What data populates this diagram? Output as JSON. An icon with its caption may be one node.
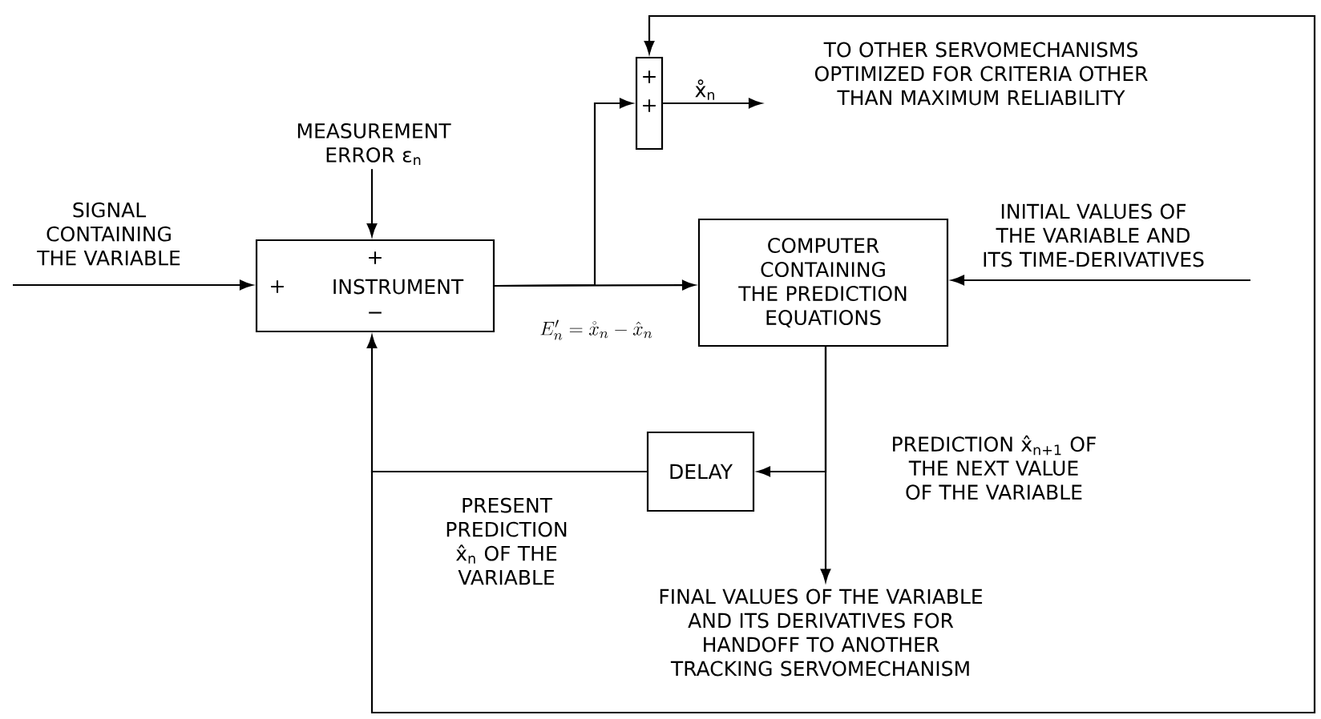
{
  "diagram": {
    "nodes": [
      {
        "text": [
          "+",
          "+",
          "INSTRUMENT",
          "−"
        ]
      },
      {
        "text": [
          "+",
          "+"
        ]
      },
      {
        "text": [
          "COMPUTER CONTAINING THE PREDICTION EQUATIONS"
        ]
      },
      {
        "text": [
          "DELAY"
        ]
      },
      {
        "text": [
          "MEASUREMENT ERROR ε$_{n}$"
        ]
      },
      {
        "text": [
          "TO OTHER SERVOMECHANISMS OPTIMIZED FOR CRITERIA OTHER THAN MAXIMUM RELIABILITY"
        ]
      },
      {
        "text": [
          "FINAL VALUES OF THE VARIABLE AND ITS DERIVATIVES FOR HANDOFF TO ANOTHER TRACKING SERVOMECHANISM"
        ]
      }
    ],
    "edges": [
      {
        "from": null,
        "to": 0,
        "arrow": "to",
        "label": "SIGNAL CONTAINING THE VARIABLE"
      },
      {
        "from": 4,
        "to": 0,
        "arrow": "to"
      },
      {
        "from": 0,
        "to": 2,
        "arrow": "to",
        "label": "E'_{n} = \\mathring{x}_{n} - \\hat{x}_{n}"
      },
      {
        "from": 0,
        "to": 1,
        "arrow": "to"
      },
      {
        "from": 1,
        "to": 5,
        "arrow": "to",
        "label": "x̊$_{n}$"
      },
      {
        "from": null,
        "to": 2,
        "arrow": "to",
        "label": "INITIAL VALUES OF THE VARIABLE AND ITS TIME-DERIVATIVES"
      },
      {
        "from": 2,
        "to": 3,
        "arrow": "to",
        "label": "PREDICTION x̂$_{n+1}$ OF THE NEXT VALUE OF THE VARIABLE"
      },
      {
        "from": 2,
        "to": 6,
        "arrow": "to"
      },
      {
        "from": 3,
        "to": 0,
        "arrow": "to",
        "label": "PRESENT PREDICTION x̂$_{n}$ OF THE VARIABLE"
      },
      {
        "from": 3,
        "to": 1,
        "arrow": "to"
      }
    ]
  }
}
